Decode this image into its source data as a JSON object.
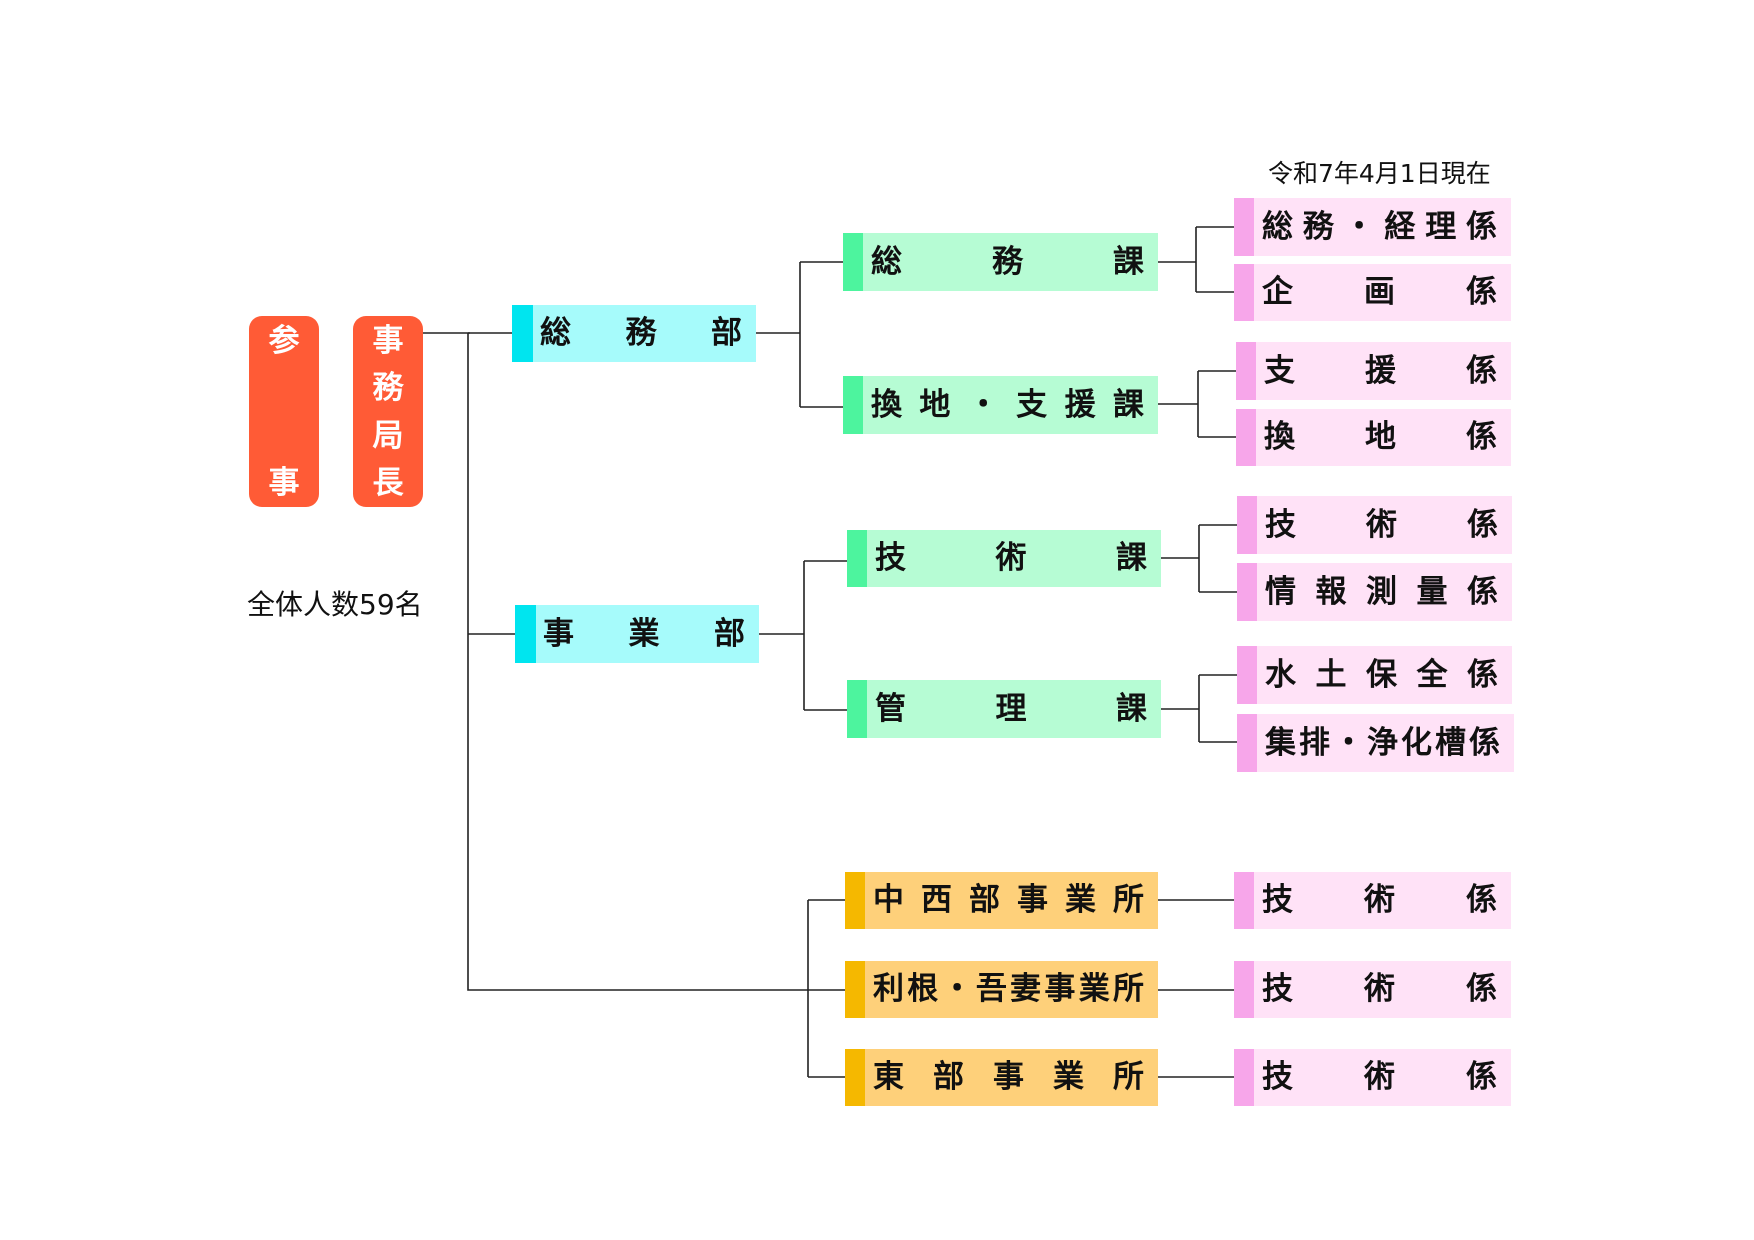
{
  "as_of": "令和7年4月1日現在",
  "staff_total": "全体人数59名",
  "executives": [
    {
      "label": "参事",
      "chars": [
        "参",
        "事"
      ]
    },
    {
      "label": "事務局長",
      "chars": [
        "事",
        "務",
        "局",
        "長"
      ]
    }
  ],
  "departments": [
    {
      "label": "総務部",
      "chars": [
        "総",
        "務",
        "部"
      ]
    },
    {
      "label": "事業部",
      "chars": [
        "事",
        "業",
        "部"
      ]
    }
  ],
  "sections": [
    {
      "label": "総務課",
      "chars": [
        "総",
        "務",
        "課"
      ]
    },
    {
      "label": "換地・支援課",
      "chars": [
        "換",
        "地",
        "・",
        "支",
        "援",
        "課"
      ]
    },
    {
      "label": "技術課",
      "chars": [
        "技",
        "術",
        "課"
      ]
    },
    {
      "label": "管理課",
      "chars": [
        "管",
        "理",
        "課"
      ]
    }
  ],
  "offices": [
    {
      "label": "中西部事業所",
      "chars": [
        "中",
        "西",
        "部",
        "事",
        "業",
        "所"
      ]
    },
    {
      "label": "利根・吾妻事業所",
      "chars": [
        "利",
        "根",
        "・",
        "吾",
        "妻",
        "事",
        "業",
        "所"
      ]
    },
    {
      "label": "東部事業所",
      "chars": [
        "東",
        "部",
        "事",
        "業",
        "所"
      ]
    }
  ],
  "units": [
    {
      "label": "総務・経理係",
      "chars": [
        "総",
        "務",
        "・",
        "経",
        "理",
        "係"
      ]
    },
    {
      "label": "企画係",
      "chars": [
        "企",
        "画",
        "係"
      ]
    },
    {
      "label": "支援係",
      "chars": [
        "支",
        "援",
        "係"
      ]
    },
    {
      "label": "換地係",
      "chars": [
        "換",
        "地",
        "係"
      ]
    },
    {
      "label": "技術係",
      "chars": [
        "技",
        "術",
        "係"
      ]
    },
    {
      "label": "情報測量係",
      "chars": [
        "情",
        "報",
        "測",
        "量",
        "係"
      ]
    },
    {
      "label": "水土保全係",
      "chars": [
        "水",
        "土",
        "保",
        "全",
        "係"
      ]
    },
    {
      "label": "集排・浄化槽係",
      "chars": [
        "集",
        "排",
        "・",
        "浄",
        "化",
        "槽",
        "係"
      ]
    },
    {
      "label": "技術係",
      "chars": [
        "技",
        "術",
        "係"
      ]
    },
    {
      "label": "技術係",
      "chars": [
        "技",
        "術",
        "係"
      ]
    },
    {
      "label": "技術係",
      "chars": [
        "技",
        "術",
        "係"
      ]
    }
  ]
}
